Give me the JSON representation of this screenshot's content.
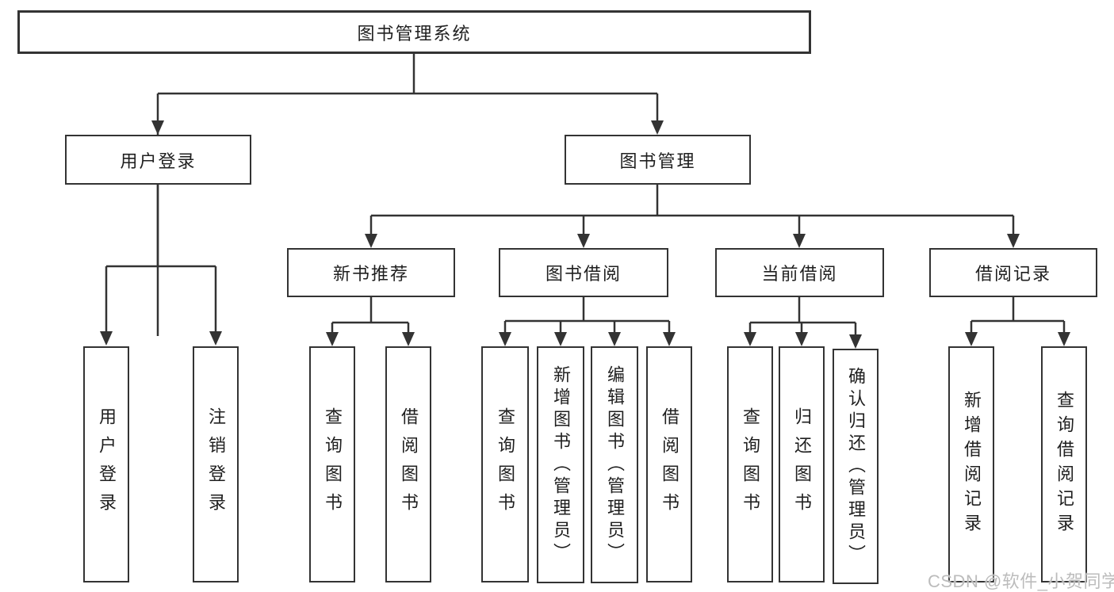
{
  "title": "图书管理系统",
  "tree": {
    "root": "图书管理系统",
    "branches": [
      {
        "label": "用户登录",
        "children": [
          "用户登录",
          "注销登录"
        ]
      },
      {
        "label": "图书管理",
        "children": [
          {
            "label": "新书推荐",
            "children": [
              "查询图书",
              "借阅图书"
            ]
          },
          {
            "label": "图书借阅",
            "children": [
              "查询图书",
              "新增图书（管理员）",
              "编辑图书（管理员）",
              "借阅图书"
            ]
          },
          {
            "label": "当前借阅",
            "children": [
              "查询图书",
              "归还图书",
              "确认归还（管理员）"
            ]
          },
          {
            "label": "借阅记录",
            "children": [
              "新增借阅记录",
              "查询借阅记录"
            ]
          }
        ]
      }
    ]
  },
  "watermark": "CSDN @软件_小贺同学",
  "colors": {
    "line": "#333333",
    "box_border": "#333333",
    "box_background": "#ffffff",
    "text": "#1f1f1f",
    "watermark": "#bcbcbc"
  }
}
